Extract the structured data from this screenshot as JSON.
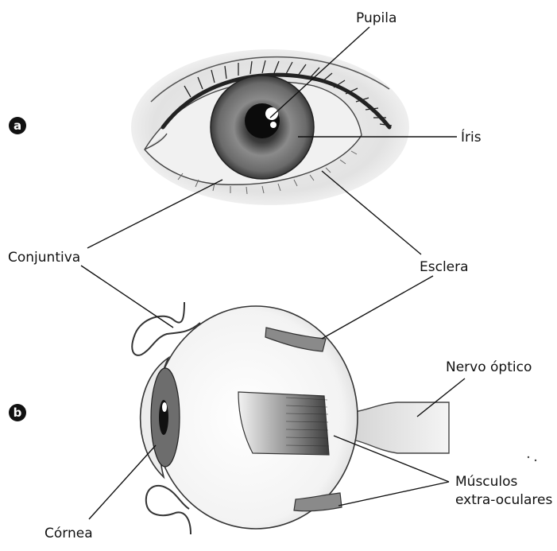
{
  "panels": {
    "a": {
      "badge": "a"
    },
    "b": {
      "badge": "b"
    }
  },
  "labels": {
    "pupila": "Pupila",
    "iris": "Íris",
    "conjuntiva": "Conjuntiva",
    "esclera": "Esclera",
    "nervo_optico": "Nervo óptico",
    "musculos_line1": "Músculos",
    "musculos_line2": "extra-oculares",
    "cornea": "Córnea"
  }
}
